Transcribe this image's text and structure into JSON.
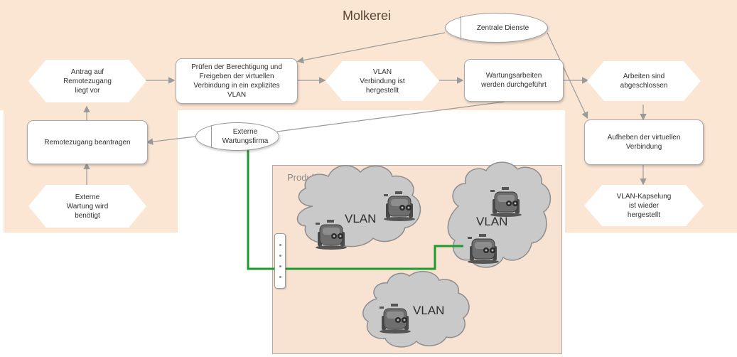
{
  "title": "Molkerei",
  "production_area": {
    "label": "Produktion"
  },
  "ovals": {
    "central_services": "Zentrale Dienste",
    "external_company": "Externe\nWartungsfirma"
  },
  "nodes": {
    "request_exists": "Antrag auf\nRemotezugang\nliegt vor",
    "check_permission": "Prüfen der Berechtigung und\nFreigeben der virtuellen\nVerbindung in ein explizites\nVLAN",
    "vlan_established": "VLAN\nVerbindung ist\nhergestellt",
    "maintenance_running": "Wartungsarbeiten\nwerden durchgeführt",
    "work_finished": "Arbeiten sind\nabgeschlossen",
    "request_remote": "Remotezugang beantragen",
    "maintenance_needed": "Externe\nWartung wird\nbenötigt",
    "dissolve_connection": "Aufheben der virtuellen\nVerbindung",
    "vlan_encapsulation_restored": "VLAN-Kapselung\nist wieder\nhergestellt"
  },
  "clouds": [
    {
      "label": "VLAN"
    },
    {
      "label": "VLAN"
    },
    {
      "label": "VLAN"
    }
  ],
  "colors": {
    "background_zone": "#fbe6d4",
    "production_zone": "#f8e2d2",
    "cloud_fill": "#c9c9c9",
    "network_line": "#1d9b2c",
    "arrow": "#9a9a9a"
  },
  "icons": {
    "machine": "industrial-machine-icon",
    "switch": "network-switch-icon"
  }
}
